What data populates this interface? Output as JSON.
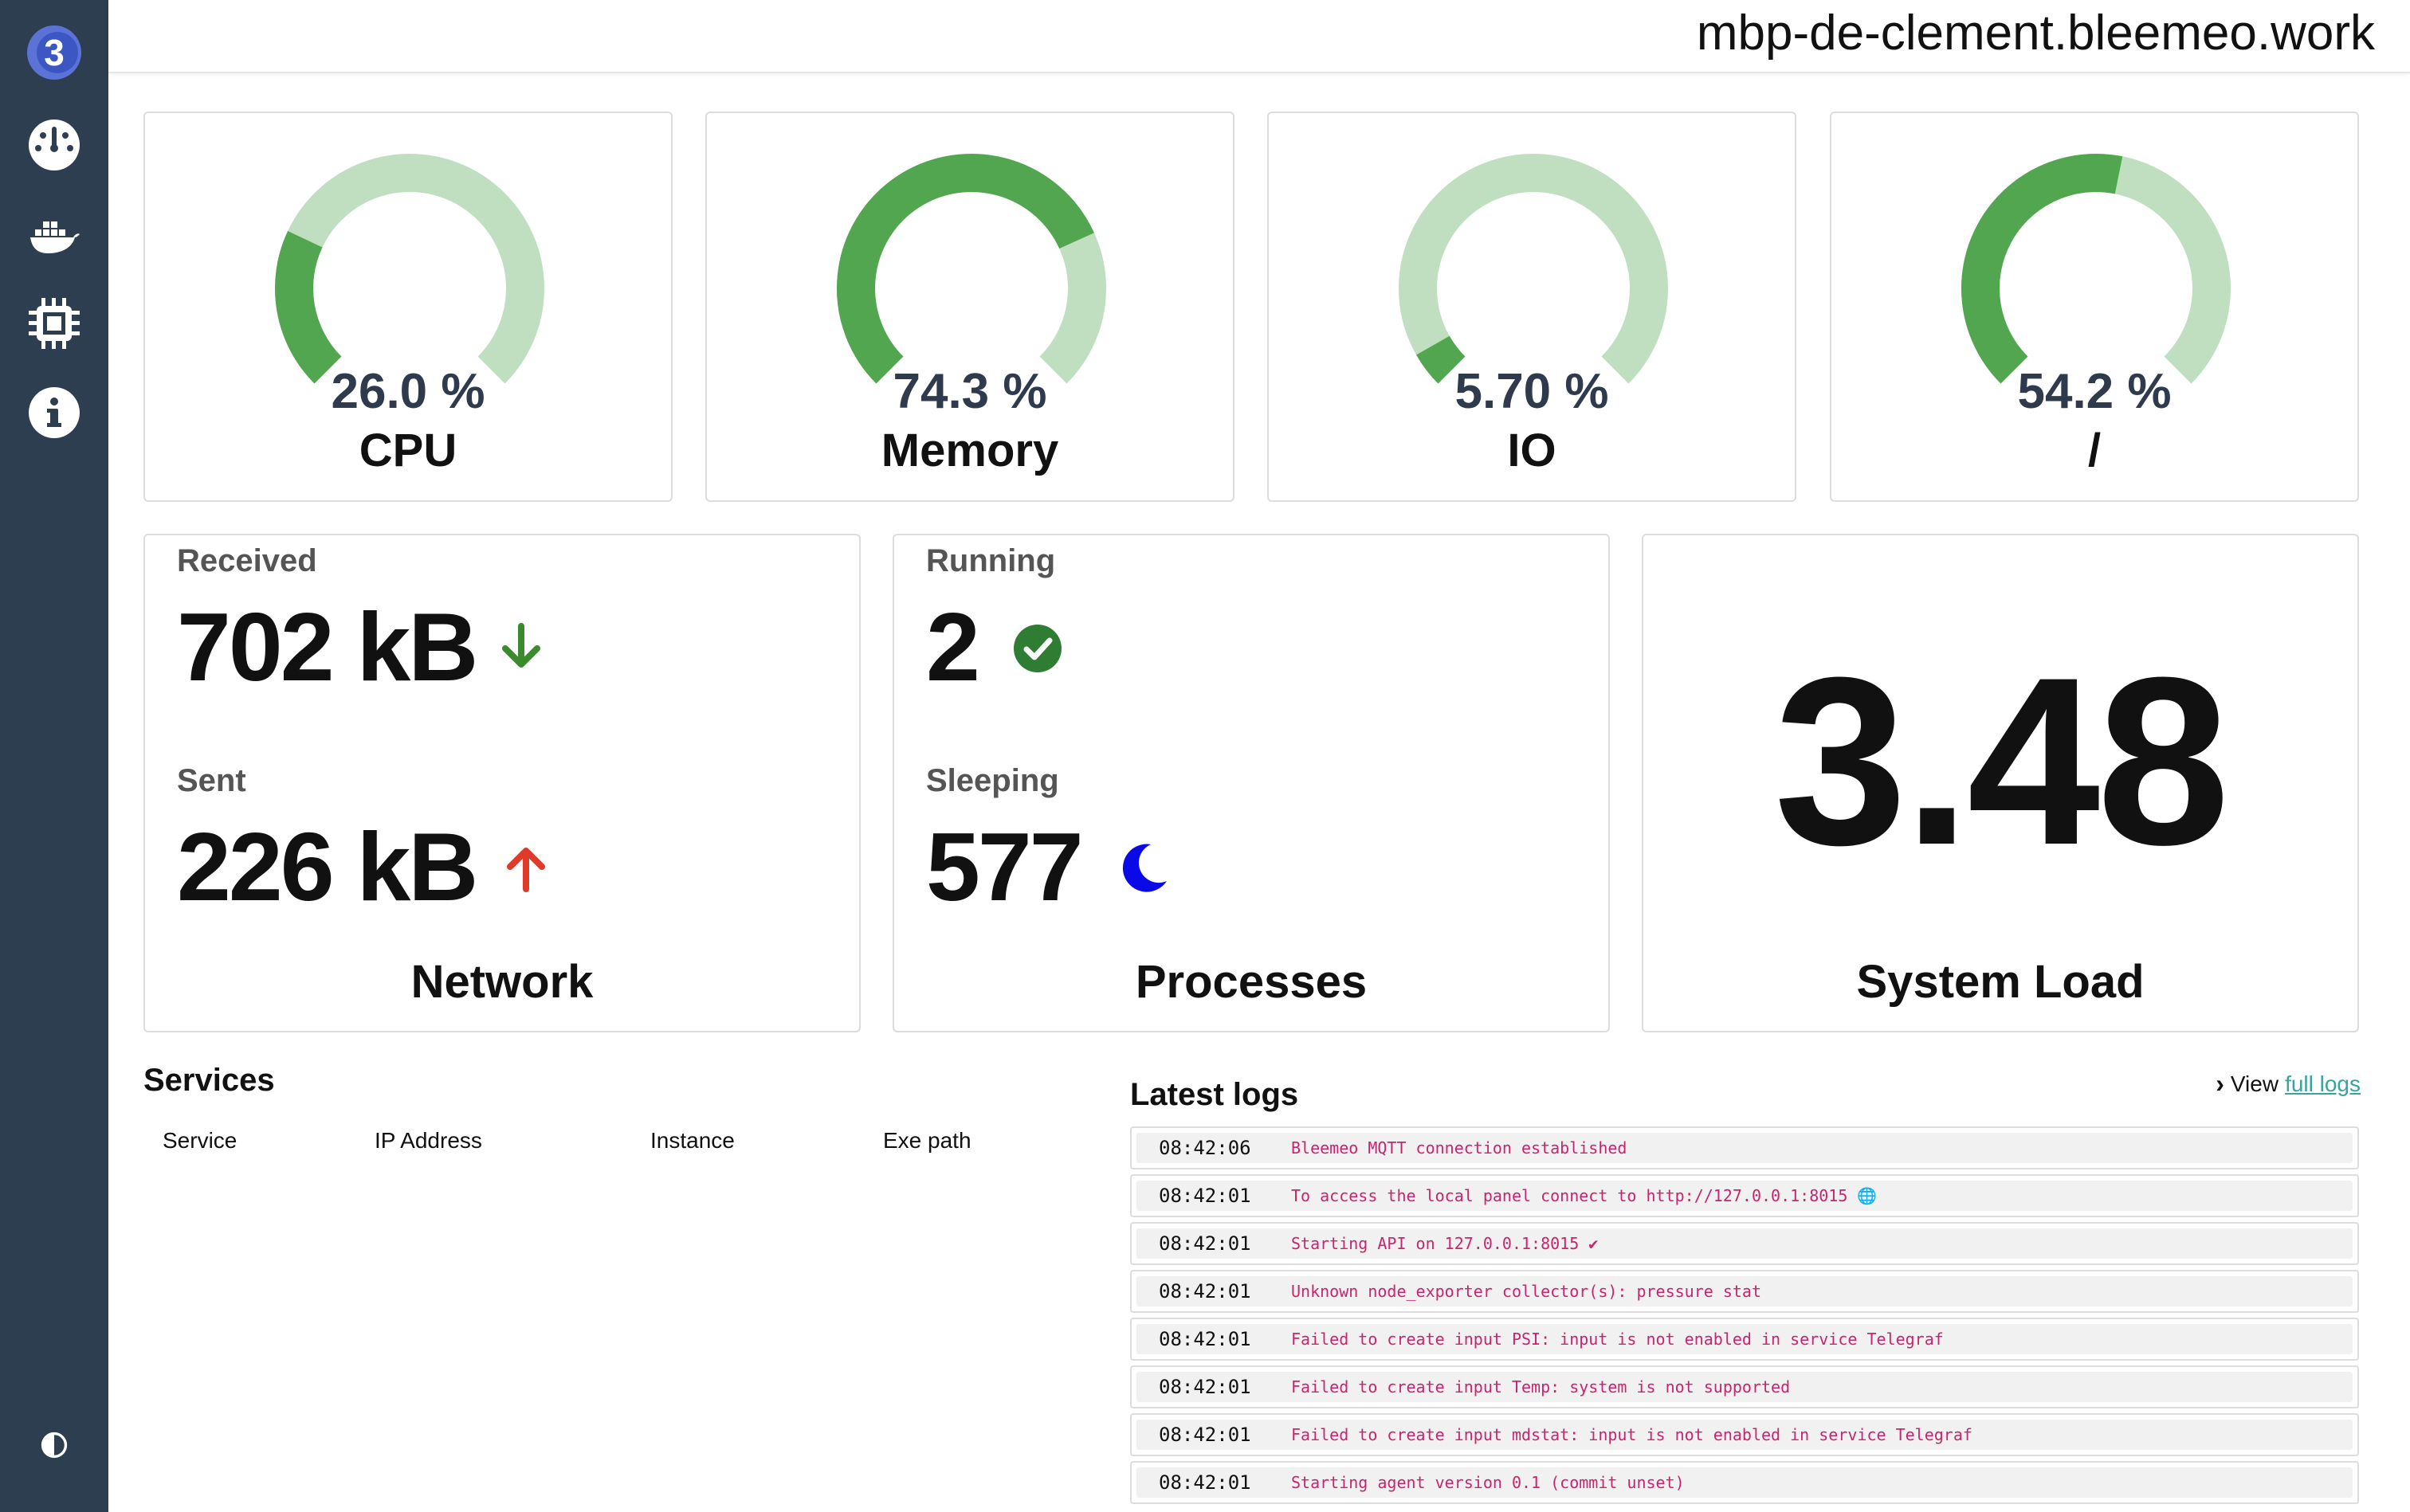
{
  "header": {
    "hostname": "mbp-de-clement.bleemeo.work"
  },
  "sidebar": {
    "items": [
      {
        "icon": "bleemeo-logo-icon"
      },
      {
        "icon": "dashboard-gauge-icon"
      },
      {
        "icon": "docker-icon"
      },
      {
        "icon": "cpu-chip-icon"
      },
      {
        "icon": "info-icon"
      }
    ],
    "theme_toggle_icon": "contrast-icon"
  },
  "gauges": [
    {
      "label": "CPU",
      "value_text": "26.0 %",
      "value": 26.0
    },
    {
      "label": "Memory",
      "value_text": "74.3 %",
      "value": 74.3
    },
    {
      "label": "IO",
      "value_text": "5.70 %",
      "value": 5.7
    },
    {
      "label": "/",
      "value_text": "54.2 %",
      "value": 54.2
    }
  ],
  "colors": {
    "gauge_fill": "#52a64f",
    "gauge_track": "#bfdfc0",
    "sidebar": "#2c3e50",
    "log_text": "#c7256f",
    "link": "#3aa39f"
  },
  "network": {
    "title": "Network",
    "received_label": "Received",
    "received_value": "702 kB",
    "sent_label": "Sent",
    "sent_value": "226 kB"
  },
  "processes": {
    "title": "Processes",
    "running_label": "Running",
    "running_value": "2",
    "sleeping_label": "Sleeping",
    "sleeping_value": "577"
  },
  "system_load": {
    "title": "System Load",
    "value": "3.48"
  },
  "services": {
    "title": "Services",
    "columns": [
      "Service",
      "IP Address",
      "Instance",
      "Exe path"
    ]
  },
  "logs": {
    "title": "Latest logs",
    "view_prefix": "View",
    "view_link": "full logs",
    "entries": [
      {
        "time": "08:42:06",
        "message": "Bleemeo MQTT connection established"
      },
      {
        "time": "08:42:01",
        "message": "To access the local panel connect to http://127.0.0.1:8015 🌐"
      },
      {
        "time": "08:42:01",
        "message": "Starting API on 127.0.0.1:8015 ✔"
      },
      {
        "time": "08:42:01",
        "message": "Unknown node_exporter collector(s): pressure stat"
      },
      {
        "time": "08:42:01",
        "message": "Failed to create input PSI: input is not enabled in service Telegraf"
      },
      {
        "time": "08:42:01",
        "message": "Failed to create input Temp: system is not supported"
      },
      {
        "time": "08:42:01",
        "message": "Failed to create input mdstat: input is not enabled in service Telegraf"
      },
      {
        "time": "08:42:01",
        "message": "Starting agent version 0.1 (commit unset)"
      }
    ]
  }
}
